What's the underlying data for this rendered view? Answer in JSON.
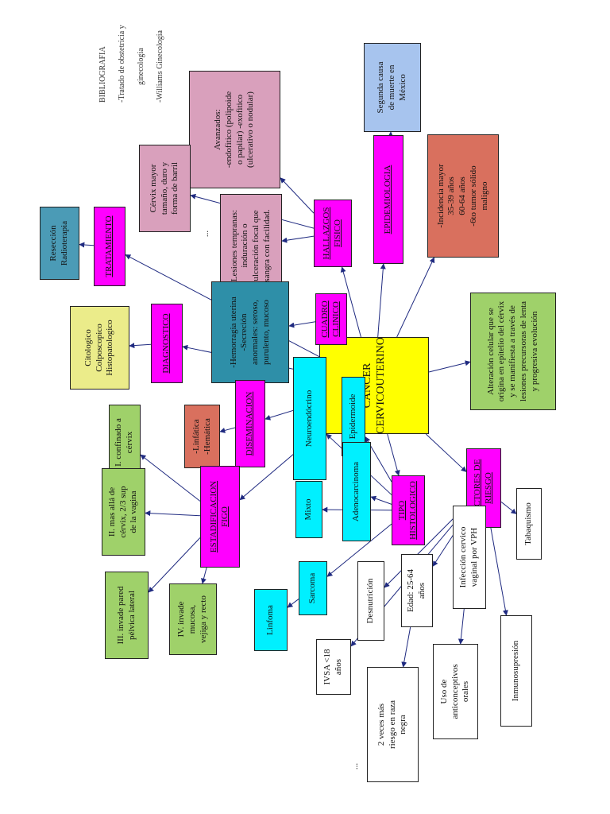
{
  "diagram": {
    "center": {
      "text": "CANCER\nCERVICOUTERINO"
    },
    "bibliografia": {
      "title": "BIBLIOGRAFIA",
      "lines": [
        "-Tratado de obstetricia y",
        "ginecologia",
        "-Williams Ginecologia"
      ]
    },
    "epidemiologia": {
      "label": "EPIDEMIOLOGIA",
      "item1": "Segunda causa\nde muerte en\nMéxico",
      "item2": "-Incidencia mayor\n35-39 años\n60-64 años\n-6to tumor sólido\nmaligno"
    },
    "hallazgos": {
      "label": "HALLAZGOS\nFISICO",
      "avanzados": "Avanzados:\n-endofitico (polipoide\no papilar) -exofitico\n(ulcerativo o nodular)",
      "tempranas": "Lesiones tempranas:\ninduración o\nulceración focal que\nsangra con facilidad.",
      "cervix": "Cérvix mayor\ntamaño, duro y\nforma de barril",
      "ellipsis": "..."
    },
    "tratamiento": {
      "label": "TRATAMIENTO",
      "item": "Resección\nRadioterapia"
    },
    "cuadro": {
      "label": "CUADRO\nCLINICO",
      "item": "-Hemorragia uterina\n-Secreción\nanormales: seroso,\npurulento, mucoso"
    },
    "diagnostico": {
      "label": "DIAGNOSTICO",
      "item": "Citologico\nColposcopico\nHistopatologico"
    },
    "definicion": "Alteración celular que se\norigina en epitelio del cérvix\ny se manifiesta a través de\nlesiones precursoras de lenta\ny progresiva evolución",
    "histologico": {
      "label": "TIPO\nHISTOLOGICO",
      "epidermoide": "Epidermoide",
      "neuroendocrino": "Neuroendócrino",
      "adenocarcinoma": "Adenocarcinoma",
      "mixto": "Mixto",
      "sarcoma": "Sarcoma",
      "linfoma": "Linfoma"
    },
    "diseminacion": {
      "label": "DISEMINACION",
      "item": "-Linfática\n-Hemática"
    },
    "estadificacion": {
      "label": "ESTADIFICACION\nFIGO",
      "e1": "I. confinado a\ncérvix",
      "e2": "II. mas allá de\ncérvix, 2/3 sup\nde la vagina",
      "e3": "III. invade pared\npélvica lateral",
      "e4": "IV. invade\nmucosa,\nvejiga y recto"
    },
    "factores": {
      "label": "FACTORES DE\nRIESGO",
      "tabaquismo": "Tabaquismo",
      "vph": "Infección cervico\nvaginal por VPH",
      "edad": "Edad: 25-64\naños",
      "desnutricion": "Desnutrición",
      "ivsa": "IVSA <18\naños",
      "inmuno": "Inmunosupresión",
      "anticonceptivos": "Uso de\nanticonceptivos\norales",
      "raza": "2 veces más\nriesgo en raza\nnegra",
      "ellipsis": "..."
    }
  }
}
